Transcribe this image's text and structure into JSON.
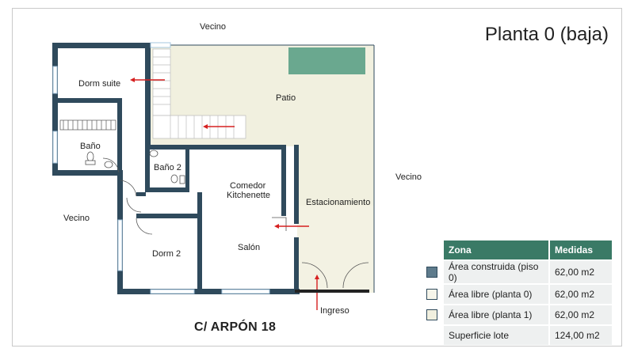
{
  "title": "Planta 0 (baja)",
  "street": "C/ ARPÓN 18",
  "labels": {
    "vecino_top": "Vecino",
    "vecino_left": "Vecino",
    "vecino_right": "Vecino",
    "patio": "Patio",
    "dorm_suite": "Dorm suite",
    "bano": "Baño",
    "bano2": "Baño 2",
    "comedor": "Comedor",
    "kitchenette": "Kitchenette",
    "estacionamiento": "Estacionamiento",
    "dorm2": "Dorm 2",
    "salon": "Salón",
    "ingreso": "Ingreso"
  },
  "colors": {
    "wall": "#2f4a5c",
    "libre": "#f1f0df",
    "green": "#6aa88f",
    "arrow": "#d62020",
    "header": "#3a7a66",
    "window": "#a6c7df"
  },
  "legend": {
    "headers": [
      "Zona",
      "Medidas"
    ],
    "rows": [
      {
        "zona": "Área construida (piso 0)",
        "medida": "62,00 m2",
        "swatch": "#5e7b8c"
      },
      {
        "zona": "Área libre (planta 0)",
        "medida": "62,00 m2",
        "swatch": "#f6f5ea"
      },
      {
        "zona": "Área libre (planta 1)",
        "medida": "62,00 m2",
        "swatch": "#f1f0df"
      },
      {
        "zona": "Superficie lote",
        "medida": "124,00 m2",
        "swatch": ""
      }
    ]
  }
}
